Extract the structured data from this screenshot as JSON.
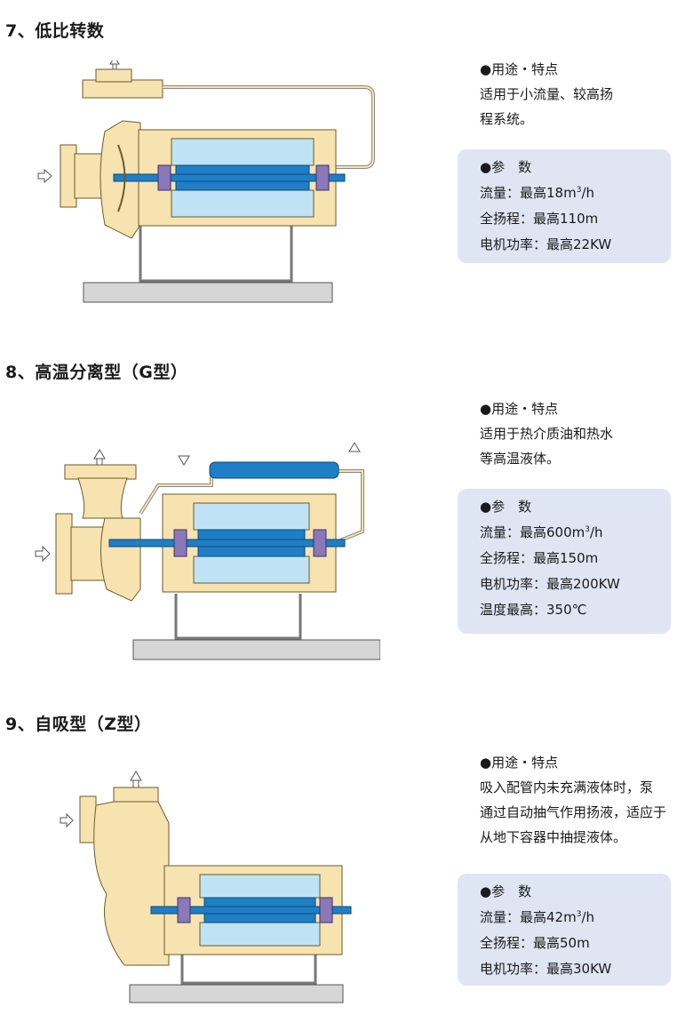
{
  "sections": [
    {
      "heading": "7、低比转数",
      "uses_title": "●用途・特点",
      "uses_lines": [
        "适用于小流量、较高扬",
        "程系统。"
      ],
      "params_title": "●参　数",
      "params": [
        {
          "label": "流量：",
          "value": "最高18m",
          "sup": "3",
          "unit": "/h"
        },
        {
          "label": "全扬程：",
          "value": "最高110m",
          "sup": "",
          "unit": ""
        },
        {
          "label": "电机功率：",
          "value": "最高22KW",
          "sup": "",
          "unit": ""
        }
      ]
    },
    {
      "heading": "8、高温分离型（G型）",
      "uses_title": "●用途・特点",
      "uses_lines": [
        "适用于热介质油和热水",
        "等高温液体。"
      ],
      "params_title": "●参　数",
      "params": [
        {
          "label": "流量：",
          "value": "最高600m",
          "sup": "3",
          "unit": "/h"
        },
        {
          "label": "全扬程：",
          "value": "最高150m",
          "sup": "",
          "unit": ""
        },
        {
          "label": "电机功率：",
          "value": "最高200KW",
          "sup": "",
          "unit": ""
        },
        {
          "label": "温度最高：",
          "value": "350℃",
          "sup": "",
          "unit": ""
        }
      ]
    },
    {
      "heading": "9、自吸型（Z型）",
      "uses_title": "●用途・特点",
      "uses_lines": [
        "吸入配管内未充满液体时，泵",
        "通过自动抽气作用扬液，适应于",
        "从地下容器中抽提液体。"
      ],
      "params_title": "●参　数",
      "params": [
        {
          "label": "流量：",
          "value": "最高42m",
          "sup": "3",
          "unit": "/h"
        },
        {
          "label": "全扬程：",
          "value": "最高50m",
          "sup": "",
          "unit": ""
        },
        {
          "label": "电机功率：",
          "value": "最高30KW",
          "sup": "",
          "unit": ""
        }
      ]
    }
  ],
  "colors": {
    "housing": "#f6e3b0",
    "housing_stroke": "#6e5a2c",
    "rotor": "#1f7fc6",
    "stator": "#bfe3f5",
    "bearing": "#8a78b8",
    "base": "#d6d6d6"
  }
}
